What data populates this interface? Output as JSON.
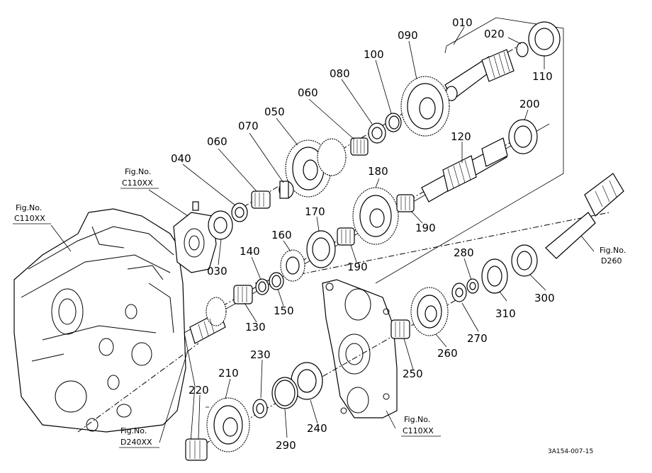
{
  "diagram": {
    "drawing_code": "3A154-007-15",
    "part_labels": [
      "010",
      "020",
      "110",
      "090",
      "100",
      "080",
      "060",
      "050",
      "070",
      "060",
      "040",
      "030",
      "200",
      "120",
      "180",
      "190",
      "170",
      "160",
      "190",
      "140",
      "150",
      "130",
      "280",
      "310",
      "300",
      "270",
      "260",
      "250",
      "210",
      "220",
      "230",
      "240",
      "290"
    ],
    "fig_refs": [
      {
        "line1": "Fig.No.",
        "line2": "C110XX"
      },
      {
        "line1": "Fig.No.",
        "line2": "C110XX"
      },
      {
        "line1": "Fig.No.",
        "line2": "D260"
      },
      {
        "line1": "Fig.No.",
        "line2": "D240XX"
      },
      {
        "line1": "Fig.No.",
        "line2": "C110XX"
      }
    ]
  }
}
